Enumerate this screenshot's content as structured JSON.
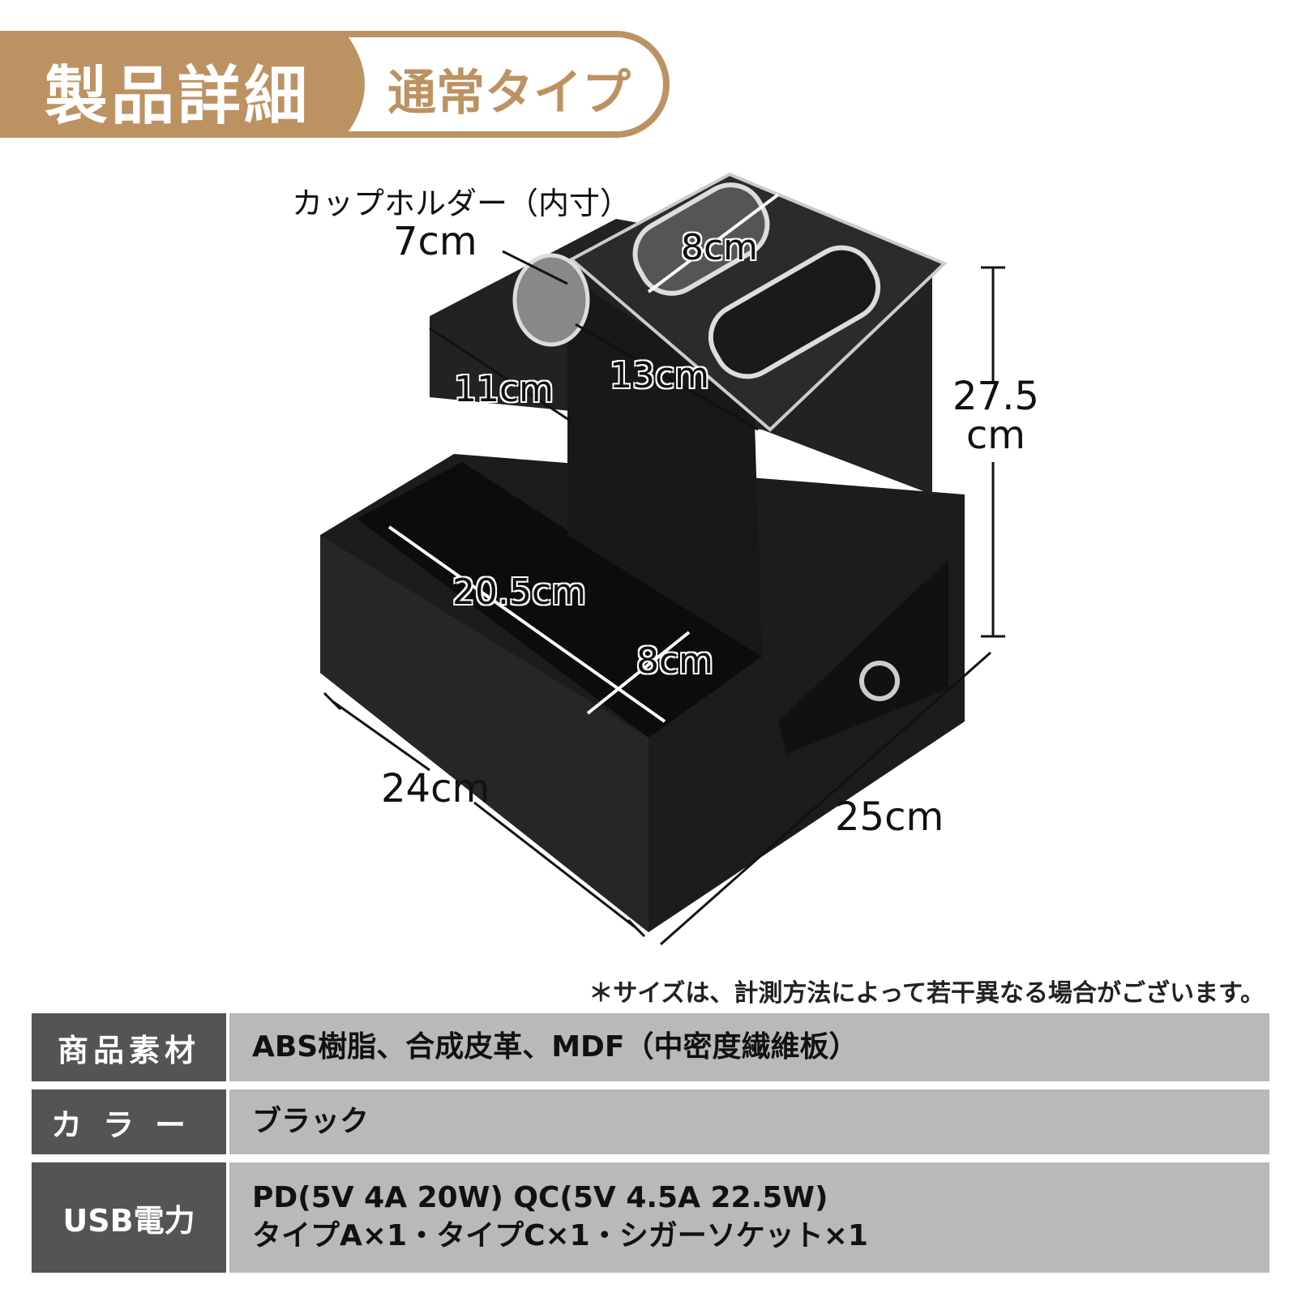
{
  "header": {
    "title": "製品詳細",
    "subtitle": "通常タイプ",
    "accent": "#bd9262"
  },
  "dimensions": {
    "cup_holder_label": "カップホルダー（内寸）",
    "cup_holder": "7cm",
    "top_tray_length": "8cm",
    "front_width": "11cm",
    "lid_width": "13cm",
    "height": "27.5",
    "height_unit": "cm",
    "tray_length": "20.5cm",
    "tray_depth": "8cm",
    "depth": "24cm",
    "width": "25cm"
  },
  "note": "＊サイズは、計測方法によって若干異なる場合がございます。",
  "spec": [
    {
      "label": "商品素材",
      "lines": [
        "ABS樹脂、合成皮革、MDF（中密度繊維板）"
      ]
    },
    {
      "label": "カラー",
      "lines": [
        "ブラック"
      ]
    },
    {
      "label": "USB電力",
      "lines": [
        "PD(5V 4A 20W) QC(5V 4.5A 22.5W)",
        "タイプA×1・タイプC×1・シガーソケット×1"
      ]
    }
  ]
}
